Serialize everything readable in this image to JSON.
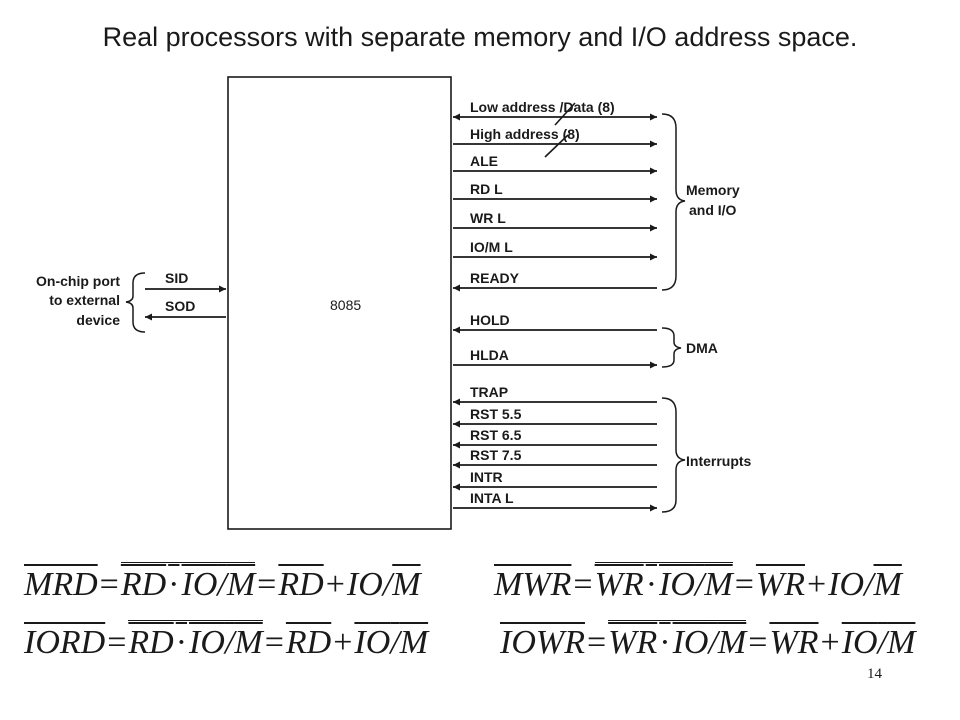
{
  "title": "Real processors with separate memory and I/O address space.",
  "chip_label": "8085",
  "right_signals": [
    {
      "label": "Low address /Data (8)",
      "dir": "both"
    },
    {
      "label": "High address (8)",
      "dir": "out"
    },
    {
      "label": "ALE",
      "dir": "out"
    },
    {
      "label": "RD L",
      "dir": "out"
    },
    {
      "label": "WR L",
      "dir": "out"
    },
    {
      "label": "IO/M L",
      "dir": "out"
    },
    {
      "label": "READY",
      "dir": "in"
    },
    {
      "label": "HOLD",
      "dir": "in"
    },
    {
      "label": "HLDA",
      "dir": "out"
    },
    {
      "label": "TRAP",
      "dir": "in"
    },
    {
      "label": "RST 5.5",
      "dir": "in"
    },
    {
      "label": "RST 6.5",
      "dir": "in"
    },
    {
      "label": "RST 7.5",
      "dir": "in"
    },
    {
      "label": "INTR",
      "dir": "in"
    },
    {
      "label": "INTA L",
      "dir": "out"
    }
  ],
  "left_signals": [
    {
      "label": "SID",
      "dir": "in"
    },
    {
      "label": "SOD",
      "dir": "out"
    }
  ],
  "groups": {
    "memory_io_line1": "Memory",
    "memory_io_line2": "and I/O",
    "dma": "DMA",
    "interrupts": "Interrupts",
    "onchip_line1": "On-chip port",
    "onchip_line2": "to external",
    "onchip_line3": "device"
  },
  "equations": {
    "mrd": {
      "lhs": "MRD",
      "a": "RD",
      "b": "IO",
      "c": "M",
      "d": "RD",
      "e": "IO",
      "f": "M"
    },
    "mwr": {
      "lhs": "MWR",
      "a": "WR",
      "b": "IO",
      "c": "M",
      "d": "WR",
      "e": "IO",
      "f": "M"
    },
    "iord": {
      "lhs": "IORD",
      "a": "RD",
      "b": "IO",
      "c": "M",
      "d": "RD",
      "e": "IO",
      "f": "M"
    },
    "iowr": {
      "lhs": "IOWR",
      "a": "WR",
      "b": "IO",
      "c": "M",
      "d": "WR",
      "e": "IO",
      "f": "M"
    }
  },
  "page_number": "14"
}
